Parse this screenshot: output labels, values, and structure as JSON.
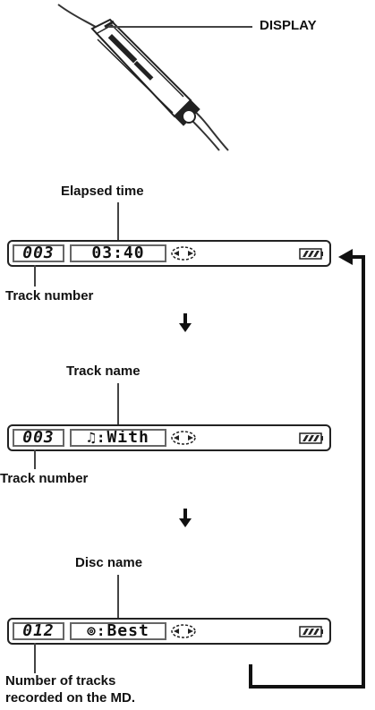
{
  "remote": {
    "display_label": "DISPLAY"
  },
  "screens": [
    {
      "top_label": "Elapsed time",
      "track_field": "003",
      "main_field": "03:40",
      "main_glyph": "",
      "bottom_label": "Track number",
      "bottom_label_line2": ""
    },
    {
      "top_label": "Track name",
      "track_field": "003",
      "main_field": "With",
      "main_glyph": "♫:",
      "bottom_label": "Track number",
      "bottom_label_line2": ""
    },
    {
      "top_label": "Disc name",
      "track_field": "012",
      "main_field": "Best",
      "main_glyph": "⊚:",
      "bottom_label": "Number of tracks",
      "bottom_label_line2": "recorded on the MD."
    }
  ],
  "icons": {
    "disc": "disc-spin-icon",
    "battery": "battery-icon",
    "arrow_down": "arrow-down-icon",
    "arrow_left": "arrow-left-icon"
  }
}
